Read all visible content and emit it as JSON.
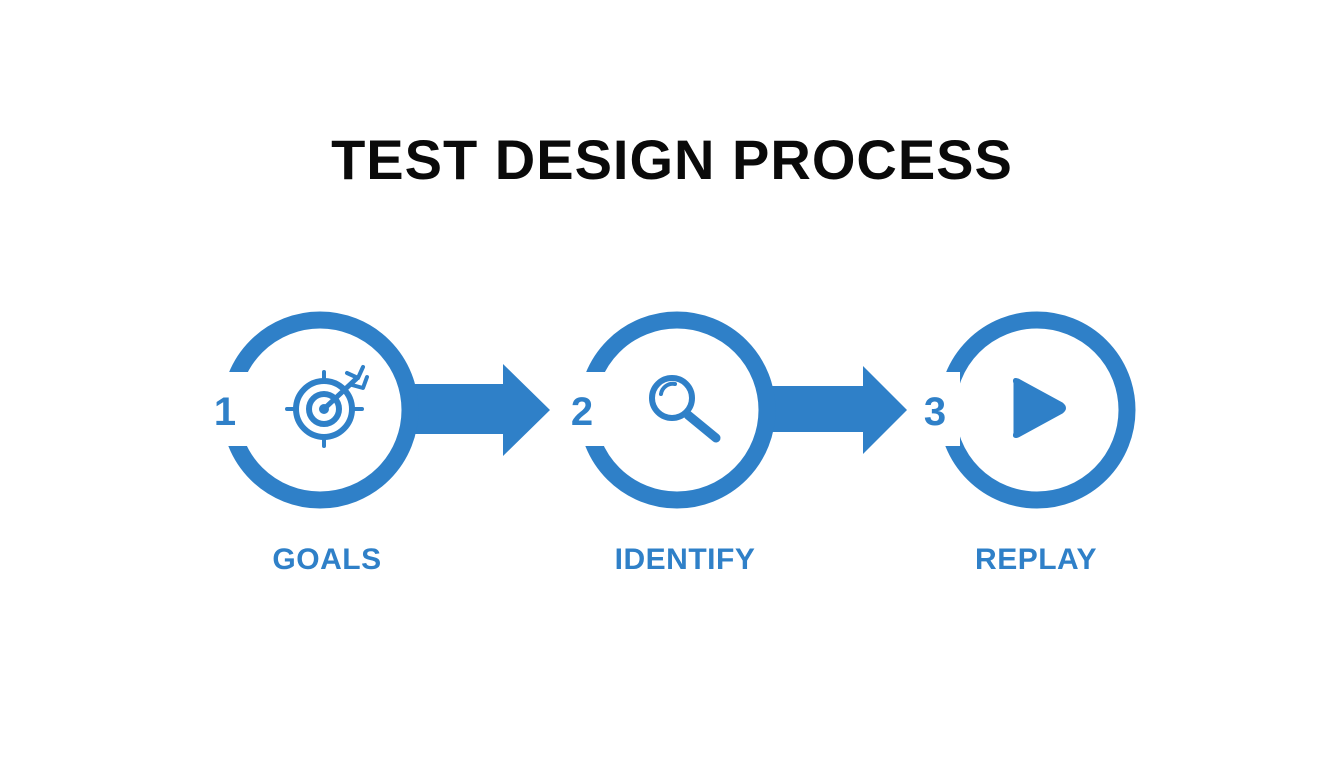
{
  "title": "TEST DESIGN PROCESS",
  "accent_color": "#2f80c8",
  "steps": [
    {
      "number": "1",
      "label": "GOALS",
      "icon": "target-arrow-icon"
    },
    {
      "number": "2",
      "label": "IDENTIFY",
      "icon": "magnifier-icon"
    },
    {
      "number": "3",
      "label": "REPLAY",
      "icon": "play-icon"
    }
  ]
}
